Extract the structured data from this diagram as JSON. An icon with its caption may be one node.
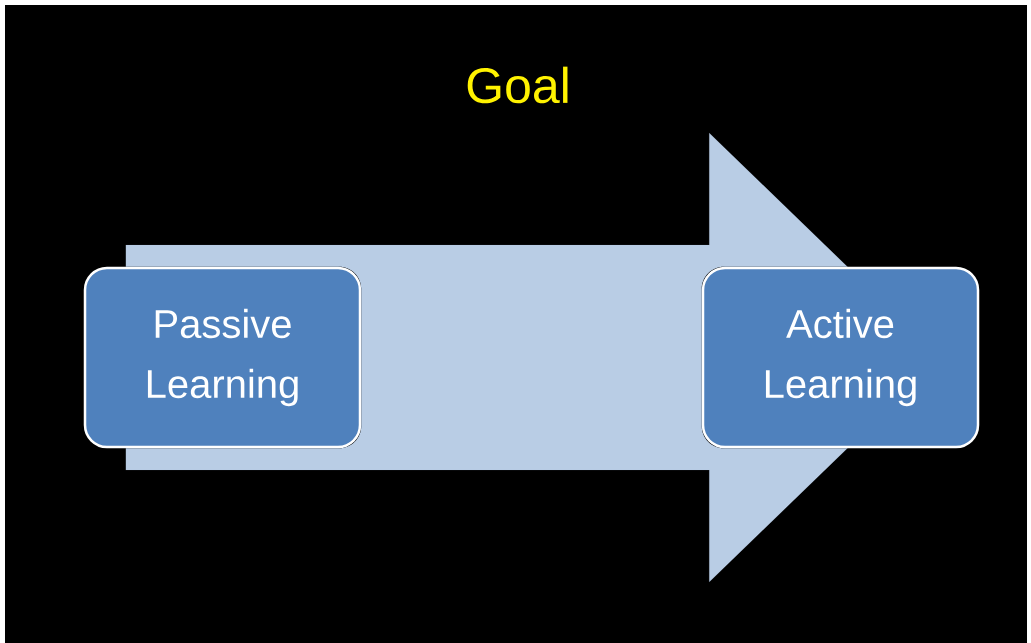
{
  "diagram": {
    "title": "Goal",
    "nodes": [
      {
        "text": [
          "Passive Learning"
        ]
      },
      {
        "text": [
          "Active Learning"
        ]
      }
    ],
    "edges": [
      {
        "from": 0,
        "to": 1,
        "arrow": "to",
        "style": "thick",
        "color": "#b9cde5"
      }
    ]
  }
}
